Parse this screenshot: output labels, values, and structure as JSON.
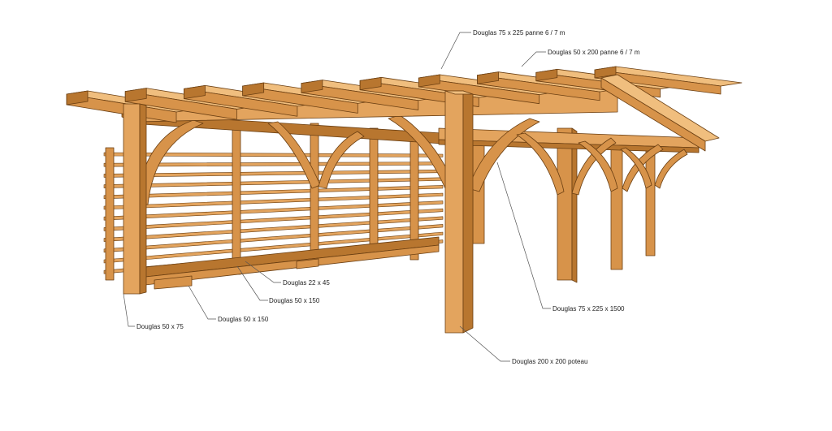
{
  "labels": {
    "top_beam": "Douglas 75 x 225  panne 6 / 7 m",
    "rafter": "Douglas 50 x 200 panne 6 / 7 m",
    "slat": "Douglas 22 x 45",
    "rail": "Douglas 50 x 150",
    "sill": "Douglas 50 x 150",
    "stud": "Douglas 50 x 75",
    "brace": "Douglas 75 x 225 x 1500",
    "post": "Douglas 200 x 200 poteau"
  },
  "colors": {
    "wood_base": "#D7934A",
    "wood_light": "#E3A45E",
    "wood_dark": "#B8762F",
    "wood_top": "#F0BE7E",
    "outline": "#6b3f12",
    "leader": "#555555"
  }
}
